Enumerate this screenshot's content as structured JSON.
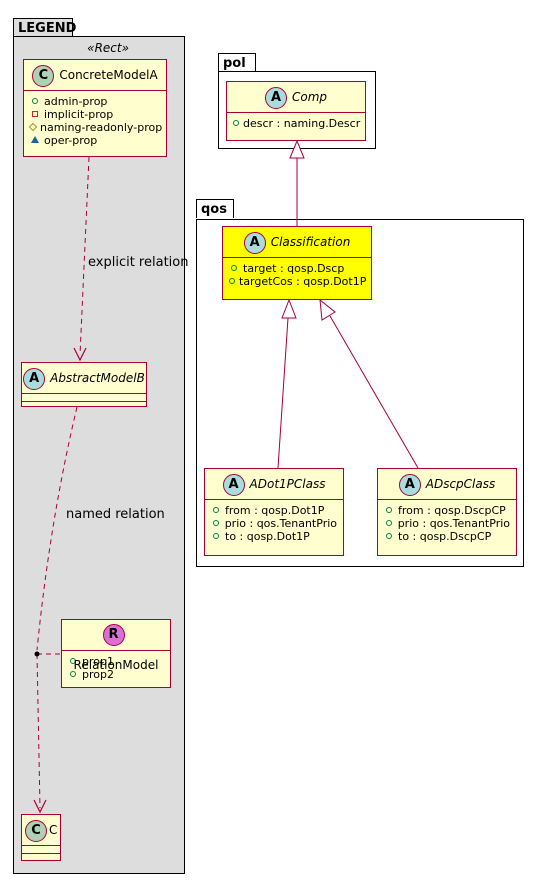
{
  "legend": {
    "title": "LEGEND",
    "stereotype": "«Rect»",
    "concrete": {
      "name": "ConcreteModelA",
      "attrs": [
        "admin-prop",
        "implicit-prop",
        "naming-readonly-prop",
        "oper-prop"
      ]
    },
    "abstract": {
      "name": "AbstractModelB"
    },
    "relation_model": {
      "name": "RelationModel",
      "attrs": [
        "prop1",
        "prop2"
      ]
    },
    "c": {
      "name": "C"
    },
    "explicit_label": "explicit relation",
    "named_label": "named relation"
  },
  "pol": {
    "title": "pol",
    "comp": {
      "name": "Comp",
      "attrs": [
        "descr : naming.Descr"
      ]
    }
  },
  "qos": {
    "title": "qos",
    "classification": {
      "name": "Classification",
      "attrs": [
        "target : qosp.Dscp",
        "targetCos : qosp.Dot1P"
      ]
    },
    "adot1p": {
      "name": "ADot1PClass",
      "attrs": [
        "from : qosp.Dot1P",
        "prio : qos.TenantPrio",
        "to : qosp.Dot1P"
      ]
    },
    "adscp": {
      "name": "ADscpClass",
      "attrs": [
        "from : qosp.DscpCP",
        "prio : qos.TenantPrio",
        "to : qosp.DscpCP"
      ]
    }
  },
  "badges": {
    "abstract": "A",
    "class": "C",
    "relation": "R"
  },
  "colors": {
    "class_fill": "#fefece",
    "class_border": "#a80036",
    "highlight": "#ffff00",
    "legend_fill": "#dddddd"
  }
}
